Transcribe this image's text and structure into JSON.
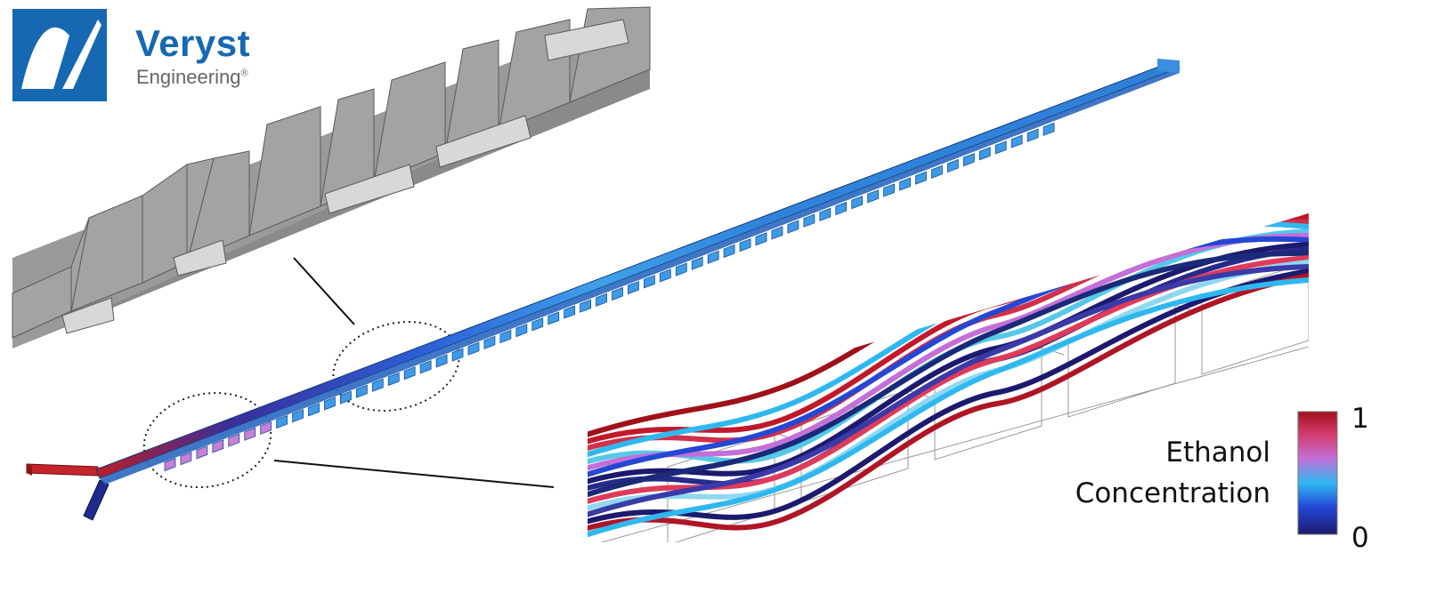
{
  "logo": {
    "name": "Veryst",
    "subtitle": "Engineering",
    "registered_mark": "®",
    "brand_color": "#1668b3"
  },
  "legend": {
    "title_line1": "Ethanol",
    "title_line2": "Concentration",
    "max_label": "1",
    "min_label": "0",
    "colormap": [
      "#1c1a6e",
      "#2447d6",
      "#2fb8f0",
      "#c46fd8",
      "#d33a6a",
      "#a0101b"
    ]
  },
  "colors": {
    "ethanol_inlet": "#b81a1f",
    "water_inlet": "#1f2a8c",
    "channel_blue": "#2f8fe0",
    "geometry_gray": "#8c8c8c"
  }
}
